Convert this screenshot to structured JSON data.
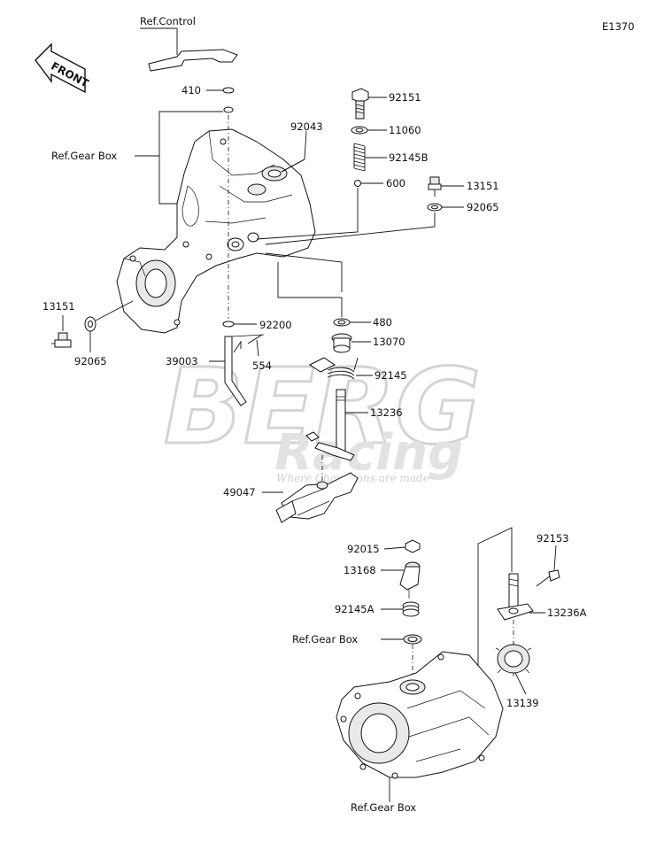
{
  "diagram_code": "E1370",
  "front_label": "FRONT",
  "watermark": {
    "brand": "BERG",
    "sub": "Racing",
    "tagline": "Where Champions are made"
  },
  "callouts": {
    "ref_control": "Ref.Control",
    "c410": "410",
    "ref_gear_box_top": "Ref.Gear Box",
    "c92043": "92043",
    "c92151": "92151",
    "c11060": "11060",
    "c92145B": "92145B",
    "c600": "600",
    "c13151_right": "13151",
    "c92065_right": "92065",
    "c13151_left": "13151",
    "c92065_left": "92065",
    "c92200": "92200",
    "c39003": "39003",
    "c554": "554",
    "c480": "480",
    "c13070": "13070",
    "c92145": "92145",
    "c13236": "13236",
    "c49047": "49047",
    "c92015": "92015",
    "c13168": "13168",
    "c92145A": "92145A",
    "ref_gear_box_mid": "Ref.Gear Box",
    "c92153": "92153",
    "c13236A": "13236A",
    "c13139": "13139",
    "ref_gear_box_bottom": "Ref.Gear Box"
  },
  "colors": {
    "ink": "#111111",
    "watermark": "#d9d9d9"
  }
}
